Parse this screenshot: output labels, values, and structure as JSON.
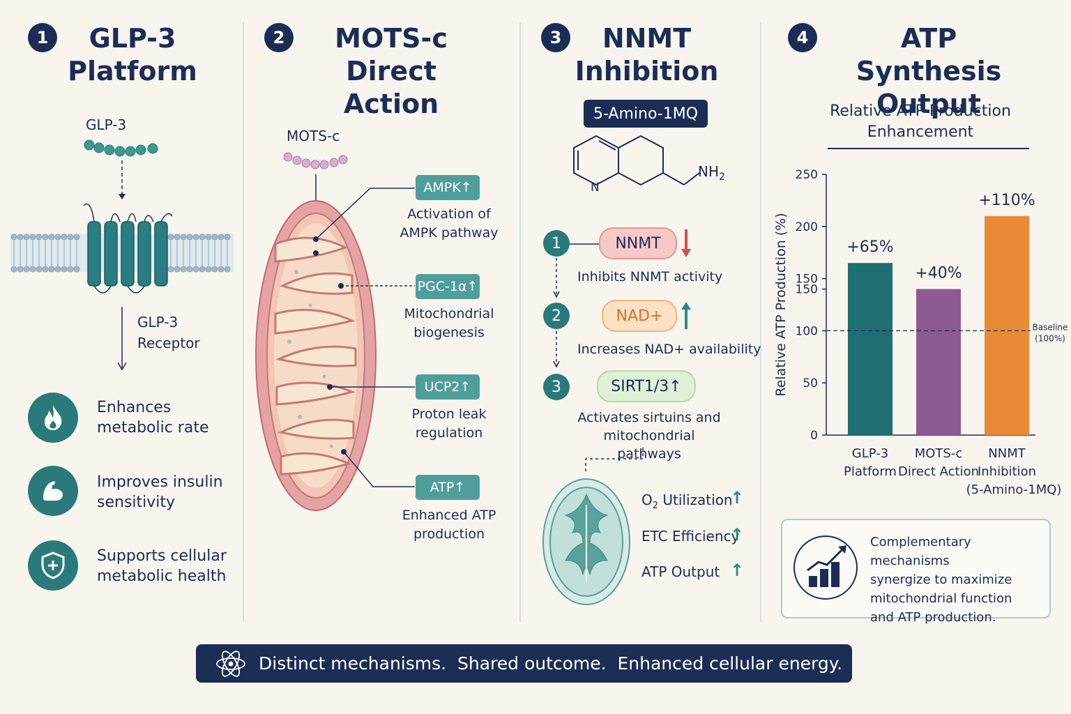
{
  "col1": {
    "number": "1",
    "title_line1": "GLP-3",
    "title_line2": "Platform",
    "peptide_label": "GLP-3",
    "receptor_line1": "GLP-3",
    "receptor_line2": "Receptor",
    "benefits": [
      {
        "line1": "Enhances",
        "line2": "metabolic rate",
        "icon": "flame-icon"
      },
      {
        "line1": "Improves insulin",
        "line2": "sensitivity",
        "icon": "muscle-icon"
      },
      {
        "line1": "Supports cellular",
        "line2": "metabolic health",
        "icon": "shield-icon"
      }
    ]
  },
  "col2": {
    "number": "2",
    "title_line1": "MOTS-c",
    "title_line2": "Direct Action",
    "peptide_label": "MOTS-c",
    "targets": [
      {
        "tag": "AMPK↑",
        "line1": "Activation of",
        "line2": "AMPK pathway"
      },
      {
        "tag": "PGC-1α↑",
        "line1": "Mitochondrial",
        "line2": "biogenesis"
      },
      {
        "tag": "UCP2↑",
        "line1": "Proton leak",
        "line2": "regulation"
      },
      {
        "tag": "ATP↑",
        "line1": "Enhanced ATP",
        "line2": "production"
      }
    ]
  },
  "col3": {
    "number": "3",
    "title_line1": "NNMT",
    "title_line2": "Inhibition",
    "compound": "5-Amino-1MQ",
    "struct_n": "N",
    "struct_nh2": "NH",
    "struct_nh2_sub": "2",
    "steps": [
      {
        "num": "1",
        "pill": "NNMT",
        "desc_line1": "Inhibits NNMT activity",
        "desc_line2": ""
      },
      {
        "num": "2",
        "pill": "NAD+",
        "desc_line1": "Increases NAD+ availability",
        "desc_line2": ""
      },
      {
        "num": "3",
        "pill": "SIRT1/3↑",
        "desc_line1": "Activates sirtuins and",
        "desc_line2": "mitochondrial pathways"
      }
    ],
    "metrics": [
      {
        "label_pre": "O",
        "label_sub": "2",
        "label_post": " Utilization"
      },
      {
        "label_pre": "ETC Efficiency",
        "label_sub": "",
        "label_post": ""
      },
      {
        "label_pre": "ATP Output",
        "label_sub": "",
        "label_post": ""
      }
    ]
  },
  "col4": {
    "number": "4",
    "title_line1": "ATP Synthesis",
    "title_line2": "Output",
    "chart_title_line1": "Relative ATP Production",
    "chart_title_line2": "Enhancement",
    "summary_lines": [
      "Complementary mechanisms",
      "synergize to maximize",
      "mitochondrial function",
      "and ATP production."
    ]
  },
  "chart_data": {
    "type": "bar",
    "title": "Relative ATP Production Enhancement",
    "ylabel": "Relative ATP Production (%)",
    "categories": [
      [
        "GLP-3",
        "Platform"
      ],
      [
        "MOTS-c",
        "Direct Action"
      ],
      [
        "NNMT",
        "Inhibition",
        "(5-Amino-1MQ)"
      ]
    ],
    "values": [
      165,
      140,
      210
    ],
    "data_labels": [
      "+65%",
      "+40%",
      "+110%"
    ],
    "colors": [
      "#1e6e72",
      "#8e5a92",
      "#e98a36"
    ],
    "yticks": [
      {
        "label": "0",
        "value": 0
      },
      {
        "label": "50",
        "value": 50
      },
      {
        "label": "100",
        "value": 100
      },
      {
        "label": "150",
        "value": 140
      },
      {
        "label": "150",
        "value": 150
      },
      {
        "label": "200",
        "value": 200
      },
      {
        "label": "250",
        "value": 250
      }
    ],
    "ylim": [
      0,
      250
    ],
    "baseline": {
      "value": 100,
      "label_line1": "Baseline",
      "label_line2": "(100%)"
    }
  },
  "banner": {
    "icon": "atom-icon",
    "text": "Distinct mechanisms.  Shared outcome.  Enhanced cellular energy."
  }
}
